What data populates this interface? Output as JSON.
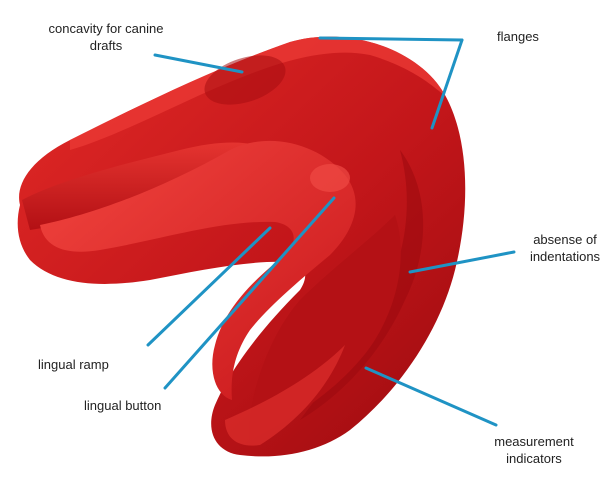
{
  "labels": {
    "concavity": [
      "concavity for canine",
      "drafts"
    ],
    "flanges": "flanges",
    "absence": [
      "absense of",
      "indentations"
    ],
    "lingual_ramp": "lingual ramp",
    "lingual_button": "lingual button",
    "measurement": [
      "measurement",
      "indicators"
    ]
  },
  "colors": {
    "guard_dark": "#a50d10",
    "guard_mid": "#d11a1d",
    "guard_light": "#ef3a36",
    "leader": "#1f93c4"
  }
}
